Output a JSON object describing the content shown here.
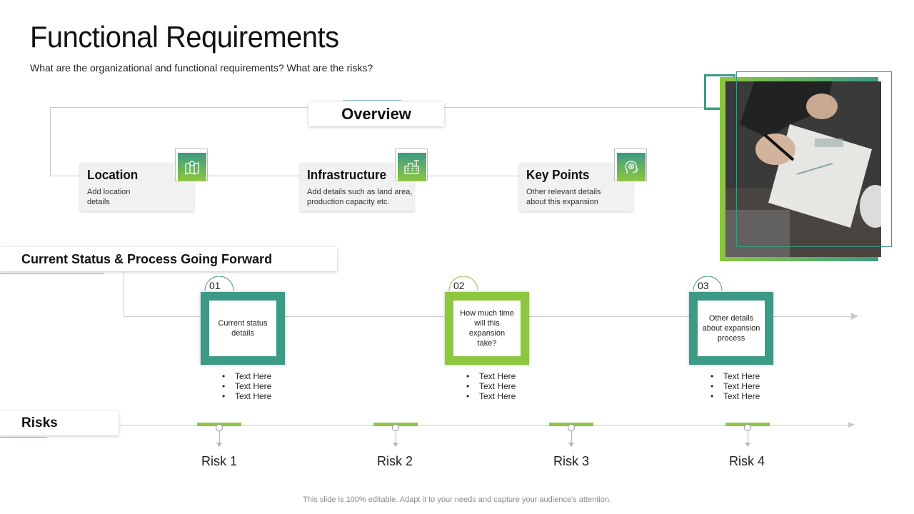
{
  "header": {
    "title": "Functional Requirements",
    "subtitle": "What are the organizational and functional requirements? What are the risks?"
  },
  "overview": {
    "label": "Overview",
    "cards": [
      {
        "title": "Location",
        "desc": "Add location details",
        "icon": "map-pin-icon"
      },
      {
        "title": "Infrastructure",
        "desc": "Add details such as land area, production capacity etc.",
        "icon": "factory-icon"
      },
      {
        "title": "Key Points",
        "desc": "Other relevant details about this expansion",
        "icon": "head-gear-icon"
      }
    ]
  },
  "process": {
    "label": "Current Status & Process Going Forward",
    "steps": [
      {
        "num": "01",
        "text": "Current status details",
        "bullets": [
          "Text Here",
          "Text Here",
          "Text Here"
        ]
      },
      {
        "num": "02",
        "text": "How much time will this expansion take?",
        "bullets": [
          "Text Here",
          "Text Here",
          "Text Here"
        ]
      },
      {
        "num": "03",
        "text": "Other details about expansion process",
        "bullets": [
          "Text Here",
          "Text Here",
          "Text Here"
        ]
      }
    ]
  },
  "risks": {
    "label": "Risks",
    "items": [
      "Risk 1",
      "Risk 2",
      "Risk 3",
      "Risk 4"
    ]
  },
  "footer": "This slide is 100% editable. Adapt it to your needs and capture your audience's attention.",
  "colors": {
    "teal": "#3d9a85",
    "green": "#8dc63f",
    "gray_line": "#c9c9c9"
  }
}
